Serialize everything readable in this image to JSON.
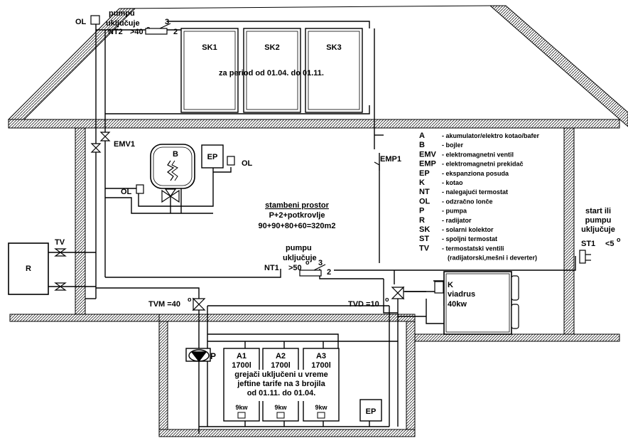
{
  "roof": {
    "collectors": [
      "SK1",
      "SK2",
      "SK3"
    ],
    "collectors_note": "za period od 01.04. do 01.11.",
    "ol_label": "OL",
    "pump_on_text": "pumpu\nuključuje",
    "nt2_label": "NT2",
    "nt2_temp": ">40",
    "nt2_temp_unit": "o",
    "nt2_contact_3": "3",
    "nt2_contact_2": "2"
  },
  "living": {
    "emv_label": "EMV1",
    "emp_label": "EMP1",
    "boiler_label": "B",
    "ep_label": "EP",
    "ol_label_right": "OL",
    "ol_label_left": "OL",
    "room_title": "stambeni prostor",
    "room_floors": "P+2+potkrovlje",
    "room_area": "90+90+80+60=320m2",
    "nt1_pump_text": "pumpu\nuključuje",
    "nt1_label": "NT1",
    "nt1_temp": ">50",
    "nt1_temp_unit": "o",
    "nt1_contact_3": "3",
    "nt1_contact_2": "2"
  },
  "radiator": {
    "label": "R",
    "tv_label": "TV"
  },
  "valves": {
    "tvm_label": "TVM =40",
    "tvm_unit": "o",
    "tvd_label": "TVD =10",
    "tvd_unit": "o"
  },
  "basement": {
    "pump_label": "P",
    "tanks": [
      {
        "name": "A1",
        "volume": "1700l",
        "power": "9kw"
      },
      {
        "name": "A2",
        "volume": "1700l",
        "power": "9kw"
      },
      {
        "name": "A3",
        "volume": "1700l",
        "power": "9kw"
      }
    ],
    "heaters_note": "grejači uključeni u vreme\njeftine tarife na 3 brojila\nod 01.11. do 01.04.",
    "ep_label": "EP"
  },
  "boiler_room": {
    "k_label": "K",
    "k_brand": "viadrus",
    "k_power": "40kw"
  },
  "outside": {
    "start_text": "start ili\npumpu\nuključuje",
    "st1_label": "ST1",
    "st1_temp": "<5",
    "st1_unit": "o"
  },
  "legend": [
    {
      "key": "A",
      "desc": "- akumulator/elektro kotao/bafer"
    },
    {
      "key": "B",
      "desc": "- bojler"
    },
    {
      "key": "EMV",
      "desc": "- elektromagnetni ventil"
    },
    {
      "key": "EMP",
      "desc": "- elektromagnetni prekidač"
    },
    {
      "key": "EP",
      "desc": "- ekspanziona posuda"
    },
    {
      "key": "K",
      "desc": "- kotao"
    },
    {
      "key": "NT",
      "desc": "- nalegajući termostat"
    },
    {
      "key": "OL",
      "desc": "- odzračno lonče"
    },
    {
      "key": "P",
      "desc": "- pumpa"
    },
    {
      "key": "R",
      "desc": "- radijator"
    },
    {
      "key": "SK",
      "desc": "- solarni kolektor"
    },
    {
      "key": "ST",
      "desc": "- spoljni termostat"
    },
    {
      "key": "TV",
      "desc": "- termostatski ventili"
    },
    {
      "key": "",
      "desc": "(radijatorski,mešni i deverter)"
    }
  ]
}
